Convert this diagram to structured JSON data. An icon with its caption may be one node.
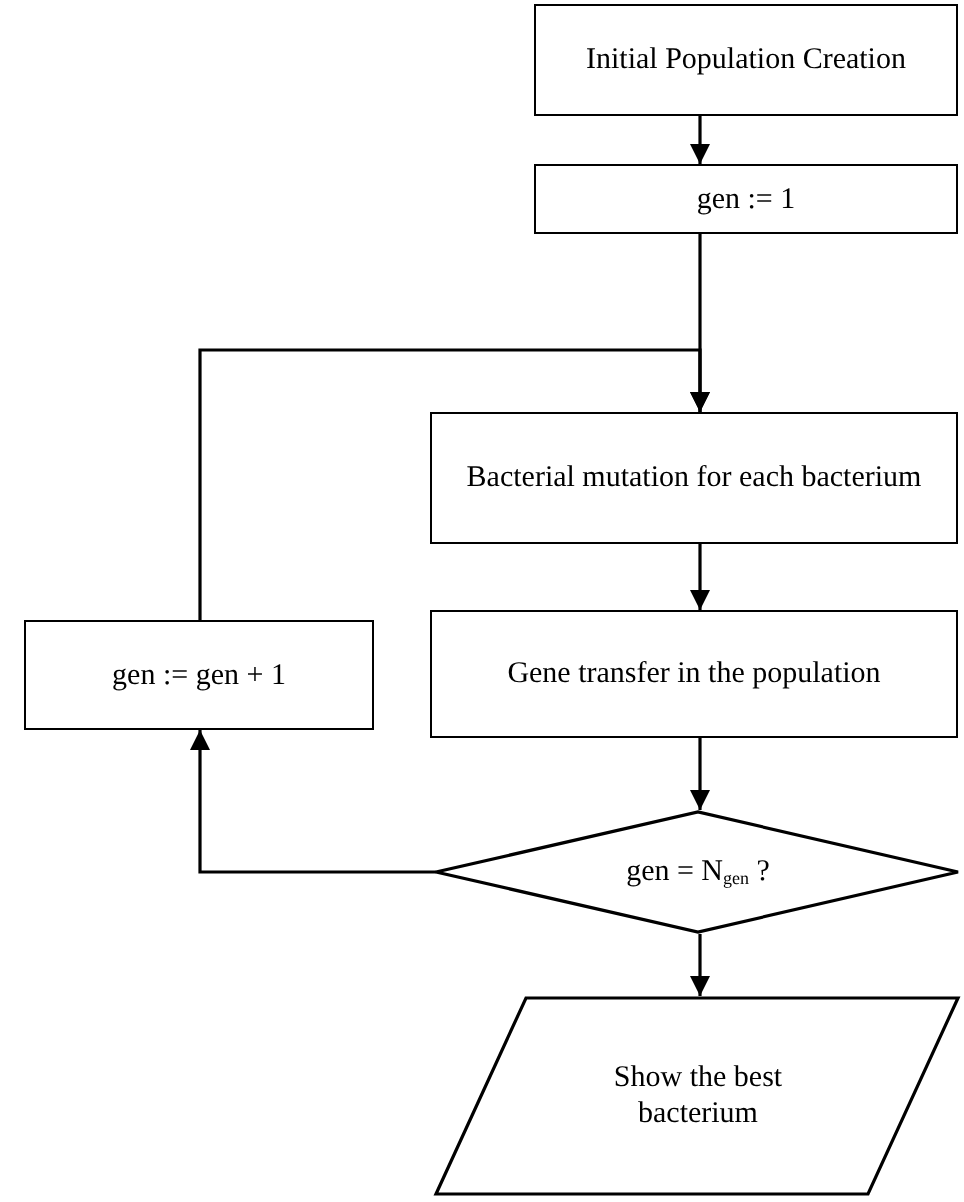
{
  "diagram": {
    "nodes": [
      {
        "text": [
          "Initial Population Creation"
        ]
      },
      {
        "text": [
          "gen := 1"
        ]
      },
      {
        "text": [
          "Bacterial mutation for each bacterium"
        ]
      },
      {
        "text": [
          "Gene transfer in the population"
        ]
      },
      {
        "text": [
          "gen = N$_{gen}$ ?"
        ]
      },
      {
        "text": [
          "gen := gen + 1"
        ]
      },
      {
        "text": [
          "Show the best bacterium"
        ]
      }
    ],
    "edges": [
      {
        "from": 0,
        "to": 1,
        "arrow": "to"
      },
      {
        "from": 1,
        "to": 2,
        "arrow": "to"
      },
      {
        "from": 2,
        "to": 3,
        "arrow": "to"
      },
      {
        "from": 3,
        "to": 4,
        "arrow": "to"
      },
      {
        "from": 4,
        "to": 5,
        "arrow": "to"
      },
      {
        "from": 5,
        "to": 2,
        "arrow": "to"
      },
      {
        "from": 4,
        "to": 6,
        "arrow": "to"
      }
    ]
  }
}
